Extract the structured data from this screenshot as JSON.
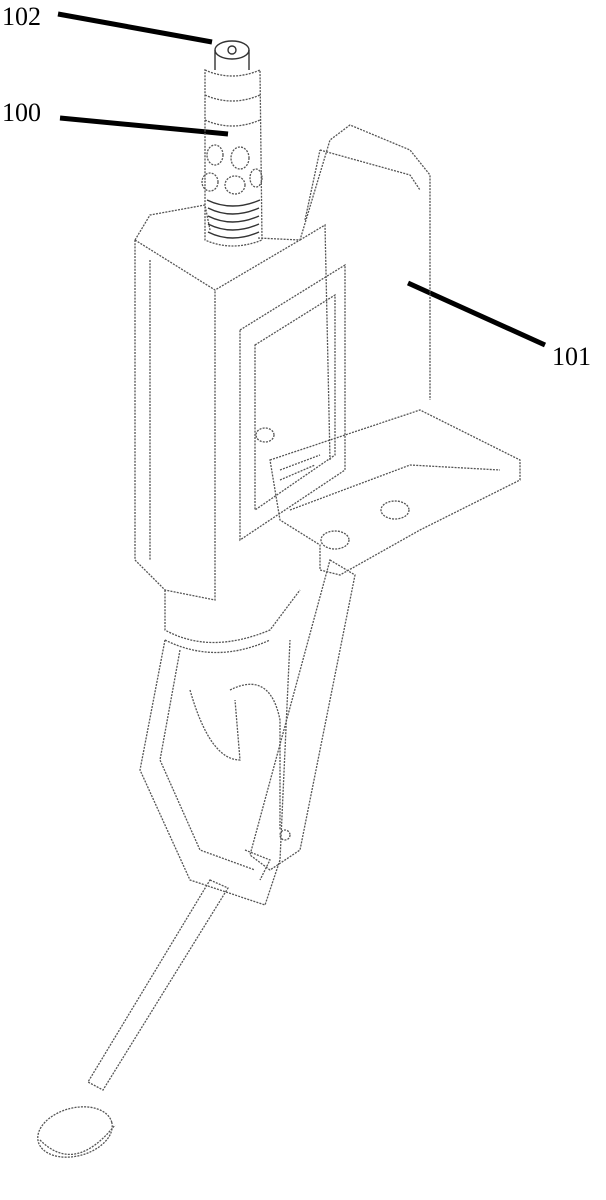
{
  "figure": {
    "labels": [
      {
        "id": "label-102",
        "text": "102"
      },
      {
        "id": "label-100",
        "text": "100"
      },
      {
        "id": "label-101",
        "text": "101"
      }
    ]
  }
}
